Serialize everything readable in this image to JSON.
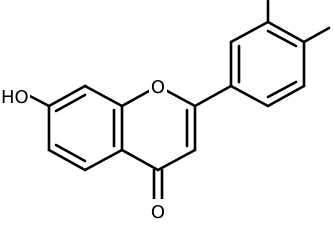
{
  "molecule": {
    "atom_labels": {
      "hydroxyl": "HO",
      "ring_oxygen": "O",
      "carbonyl_oxygen": "O"
    },
    "colors": {
      "bond": "#000000",
      "background": "#ffffff"
    }
  }
}
